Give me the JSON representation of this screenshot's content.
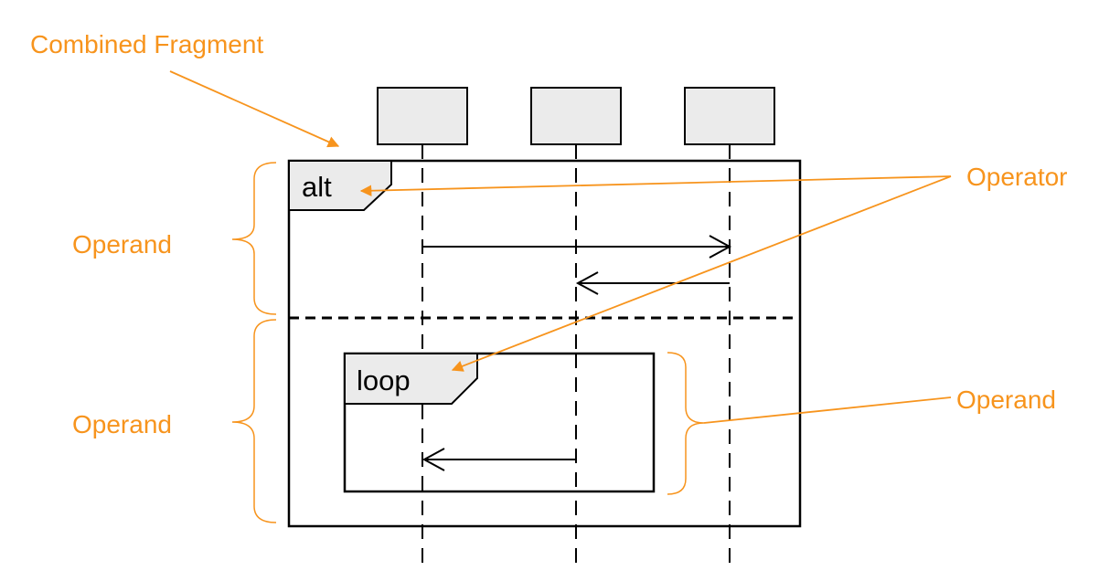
{
  "colors": {
    "annotation": "#F7941D",
    "line": "#000000",
    "box_fill": "#EBEBEB",
    "background": "#FFFFFF"
  },
  "annotations": {
    "combined_fragment": "Combined Fragment",
    "operator": "Operator",
    "operand_top": "Operand",
    "operand_bottom": "Operand",
    "operand_right": "Operand"
  },
  "fragments": {
    "alt_label": "alt",
    "loop_label": "loop"
  }
}
